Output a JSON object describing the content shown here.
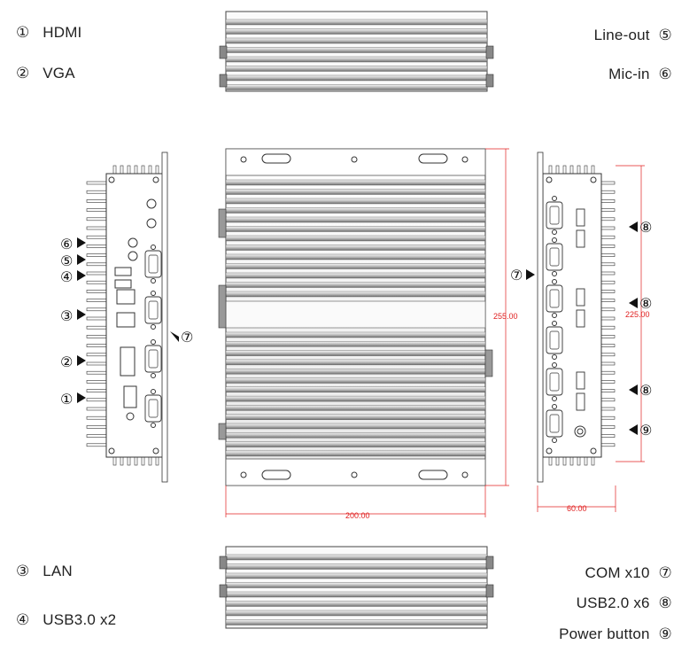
{
  "legend_left": [
    {
      "num": "①",
      "label": "HDMI"
    },
    {
      "num": "②",
      "label": "VGA"
    },
    {
      "num": "③",
      "label": "LAN"
    },
    {
      "num": "④",
      "label": "USB3.0 x2"
    }
  ],
  "legend_right": [
    {
      "num": "⑤",
      "label": "Line-out"
    },
    {
      "num": "⑥",
      "label": "Mic-in"
    },
    {
      "num": "⑦",
      "label": "COM x10"
    },
    {
      "num": "⑧",
      "label": "USB2.0 x6"
    },
    {
      "num": "⑨",
      "label": "Power button"
    }
  ],
  "dimensions": {
    "width": "200.00",
    "height": "255.00",
    "side_height": "225.00",
    "side_depth": "60.00"
  },
  "callouts": {
    "left_panel": [
      "⑥",
      "⑤",
      "④",
      "③",
      "②",
      "①"
    ],
    "left_com": "⑦",
    "right_com": "⑦",
    "right_panel": [
      "⑧",
      "⑧",
      "⑧",
      "⑨"
    ]
  }
}
